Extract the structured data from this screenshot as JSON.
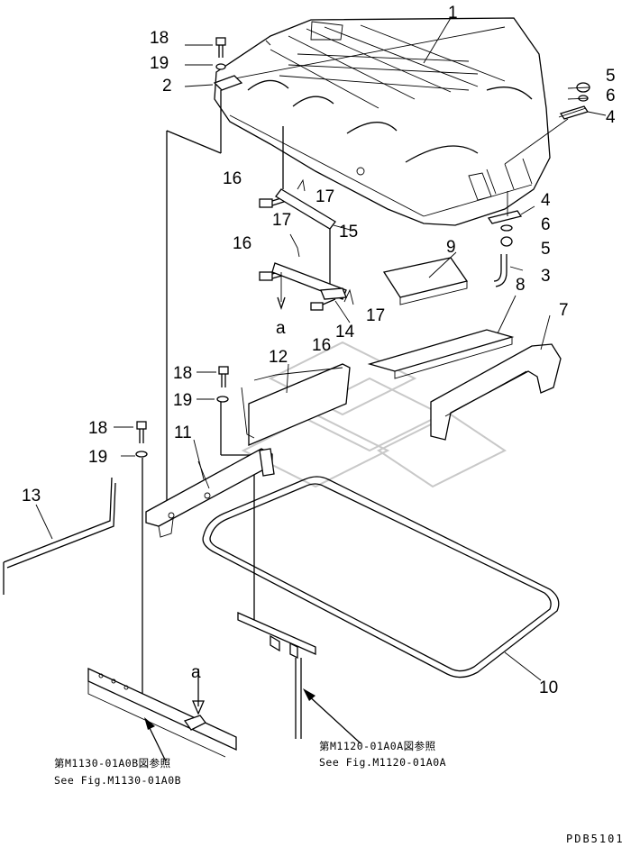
{
  "callouts": {
    "n1": "1",
    "n2": "2",
    "n3": "3",
    "n4a": "4",
    "n4b": "4",
    "n5a": "5",
    "n5b": "5",
    "n6a": "6",
    "n6b": "6",
    "n7": "7",
    "n8": "8",
    "n9": "9",
    "n10": "10",
    "n11": "11",
    "n12": "12",
    "n13": "13",
    "n14": "14",
    "n15": "15",
    "n16a": "16",
    "n16b": "16",
    "n16c": "16",
    "n17a": "17",
    "n17b": "17",
    "n17c": "17",
    "n18a": "18",
    "n18b": "18",
    "n18c": "18",
    "n19a": "19",
    "n19b": "19",
    "n19c": "19",
    "a_upper": "a",
    "a_lower": "a"
  },
  "references": {
    "left_jp": "第M1130-01A0B図参照",
    "left_en": "See Fig.M1130-01A0B",
    "right_jp": "第M1120-01A0A図参照",
    "right_en": "See Fig.M1120-01A0A"
  },
  "drawing_code": "PDB5101"
}
